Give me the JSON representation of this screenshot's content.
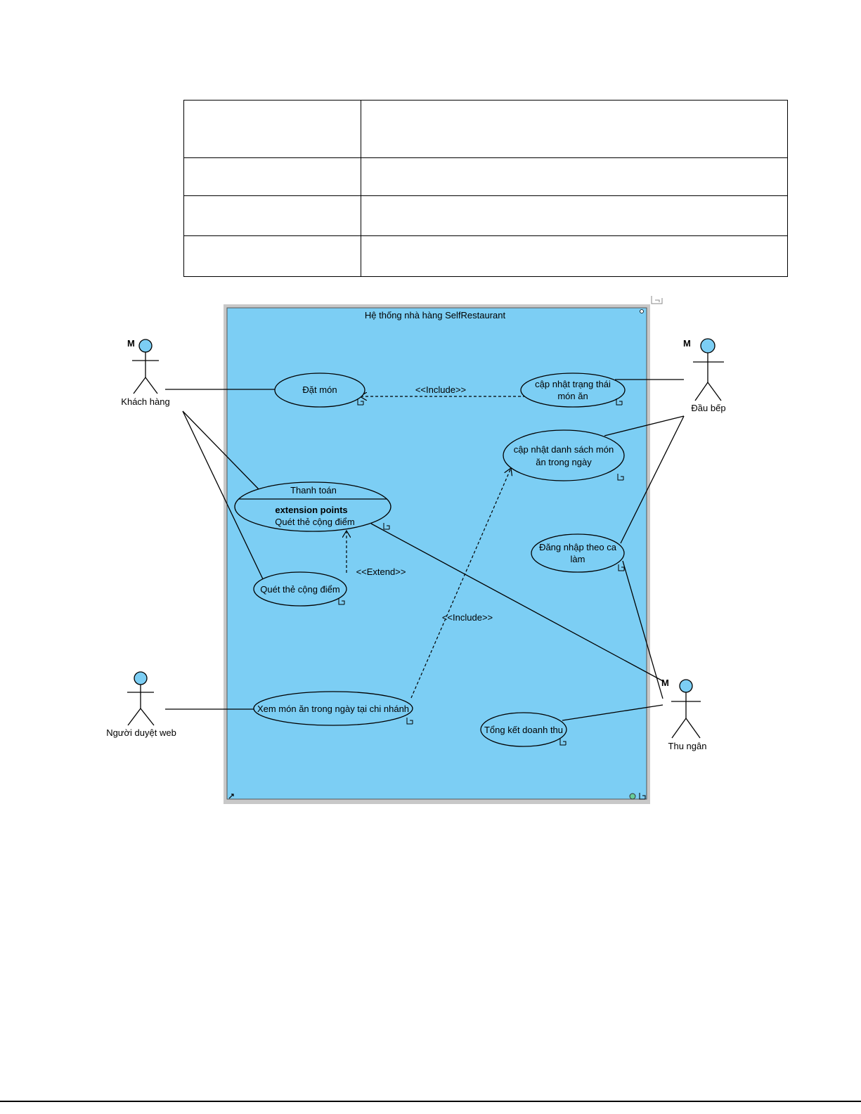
{
  "table": {
    "rows": [
      [
        "",
        ""
      ],
      [
        "",
        ""
      ],
      [
        "",
        ""
      ],
      [
        "",
        ""
      ]
    ]
  },
  "diagram": {
    "system_title": "Hệ thống nhà hàng SelfRestaurant",
    "colors": {
      "system_fill": "#7ccef4",
      "system_border": "#c8c8c8",
      "usecase_fill": "#7ccef4",
      "actor_head": "#7ccef4"
    },
    "actors": {
      "khach_hang": "Khách hàng",
      "dau_bep": "Đầu bếp",
      "nguoi_duyet_web": "Người duyệt web",
      "thu_ngan": "Thu ngân",
      "marker": "M"
    },
    "usecases": {
      "dat_mon": "Đặt món",
      "cap_nhat_trang_thai_1": "cập nhật trạng thái",
      "cap_nhat_trang_thai_2": "món ăn",
      "cap_nhat_danh_sach_1": "cập nhật danh sách món",
      "cap_nhat_danh_sach_2": "ăn trong ngày",
      "thanh_toan": "Thanh toán",
      "extension_points": "extension points",
      "quet_the_ep": "Quét thẻ cộng điểm",
      "dang_nhap_1": "Đăng nhập theo ca",
      "dang_nhap_2": "làm",
      "quet_the": "Quét thẻ cộng điểm",
      "xem_mon_an": "Xem món ăn trong ngày tại chi nhánh",
      "tong_ket": "Tổng kết doanh thu"
    },
    "relations": {
      "include_1": "<<Include>>",
      "extend": "<<Extend>>",
      "include_2": "<<Include>>"
    }
  }
}
